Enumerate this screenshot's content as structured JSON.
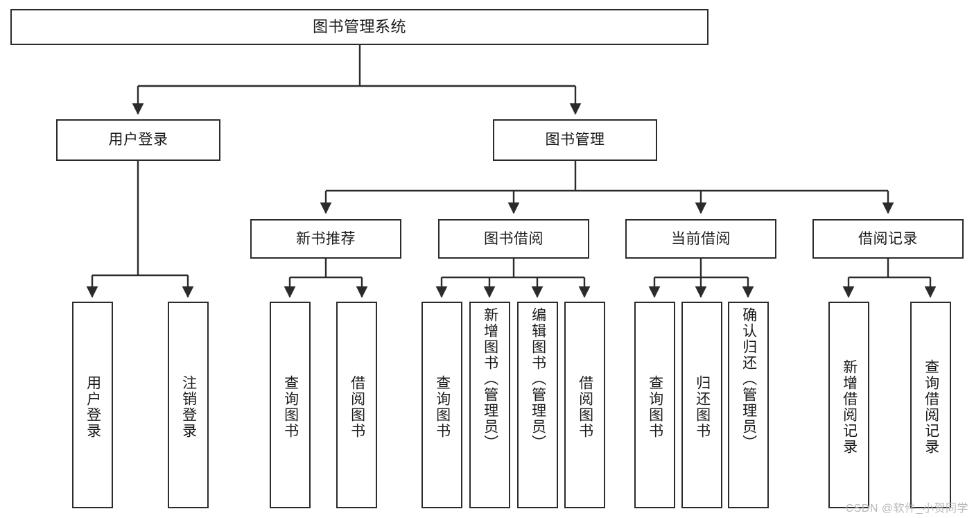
{
  "diagram": {
    "type": "tree",
    "title": "图书管理系统",
    "watermark": "CSDN @软件_小贺同学",
    "colors": {
      "box_border": "#2b2b2b",
      "line": "#2b2b2b",
      "text": "#1a1a1a",
      "background": "#ffffff",
      "watermark": "#b8b8b8"
    },
    "nodes": {
      "root": {
        "label": "图书管理系统"
      },
      "level2": [
        {
          "label": "用户登录"
        },
        {
          "label": "图书管理"
        }
      ],
      "level3": [
        {
          "label": "新书推荐"
        },
        {
          "label": "图书借阅"
        },
        {
          "label": "当前借阅"
        },
        {
          "label": "借阅记录"
        }
      ],
      "leaves": {
        "user_login": [
          {
            "label": "用户登录"
          },
          {
            "label": "注销登录"
          }
        ],
        "new_book": [
          {
            "label": "查询图书"
          },
          {
            "label": "借阅图书"
          }
        ],
        "book_borrow": [
          {
            "label": "查询图书"
          },
          {
            "label": "新增图书（管理员）"
          },
          {
            "label": "编辑图书（管理员）"
          },
          {
            "label": "借阅图书"
          }
        ],
        "current_borrow": [
          {
            "label": "查询图书"
          },
          {
            "label": "归还图书"
          },
          {
            "label": "确认归还（管理员）"
          }
        ],
        "borrow_record": [
          {
            "label": "新增借阅记录"
          },
          {
            "label": "查询借阅记录"
          }
        ]
      }
    }
  }
}
